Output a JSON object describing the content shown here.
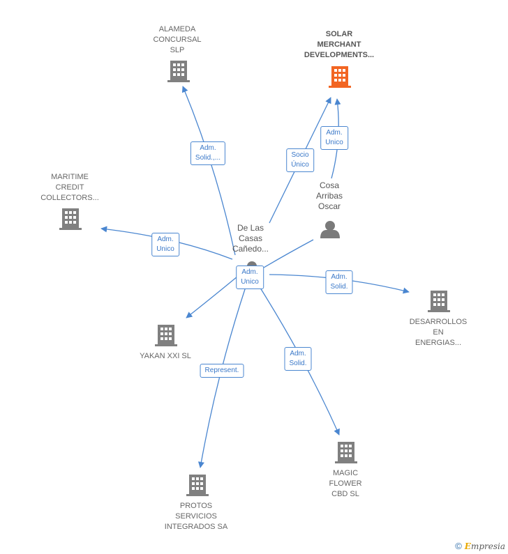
{
  "nodes": {
    "alameda": {
      "label": "ALAMEDA\nCONCURSAL\nSLP"
    },
    "solar": {
      "label": "SOLAR\nMERCHANT\nDEVELOPMENTS..."
    },
    "maritime": {
      "label": "MARITIME\nCREDIT\nCOLLECTORS..."
    },
    "desarrollos": {
      "label": "DESARROLLOS\nEN\nENERGIAS..."
    },
    "yakan": {
      "label": "YAKAN XXI  SL"
    },
    "magic": {
      "label": "MAGIC\nFLOWER\nCBD  SL"
    },
    "protos": {
      "label": "PROTOS\nSERVICIOS\nINTEGRADOS SA"
    }
  },
  "people": {
    "delascasas": {
      "label": "De Las\nCasas\nCañedo..."
    },
    "cosa": {
      "label": "Cosa\nArribas\nOscar"
    }
  },
  "edge_labels": {
    "alameda": "Adm.\nSolid.,...",
    "solar_socio": "Socio\nÚnico",
    "solar_adm": "Adm.\nUnico",
    "maritime": "Adm.\nUnico",
    "center": "Adm.\nUnico",
    "desarrollos": "Adm.\nSolid.",
    "represent": "Represent.",
    "magic": "Adm.\nSolid."
  },
  "colors": {
    "edge": "#4a86d0",
    "company_icon": "#808080",
    "highlight_icon": "#f26522",
    "person_icon": "#7a7a7a"
  },
  "footer": {
    "copyright": "©",
    "brand_e": "E",
    "brand_rest": "mpresia"
  }
}
